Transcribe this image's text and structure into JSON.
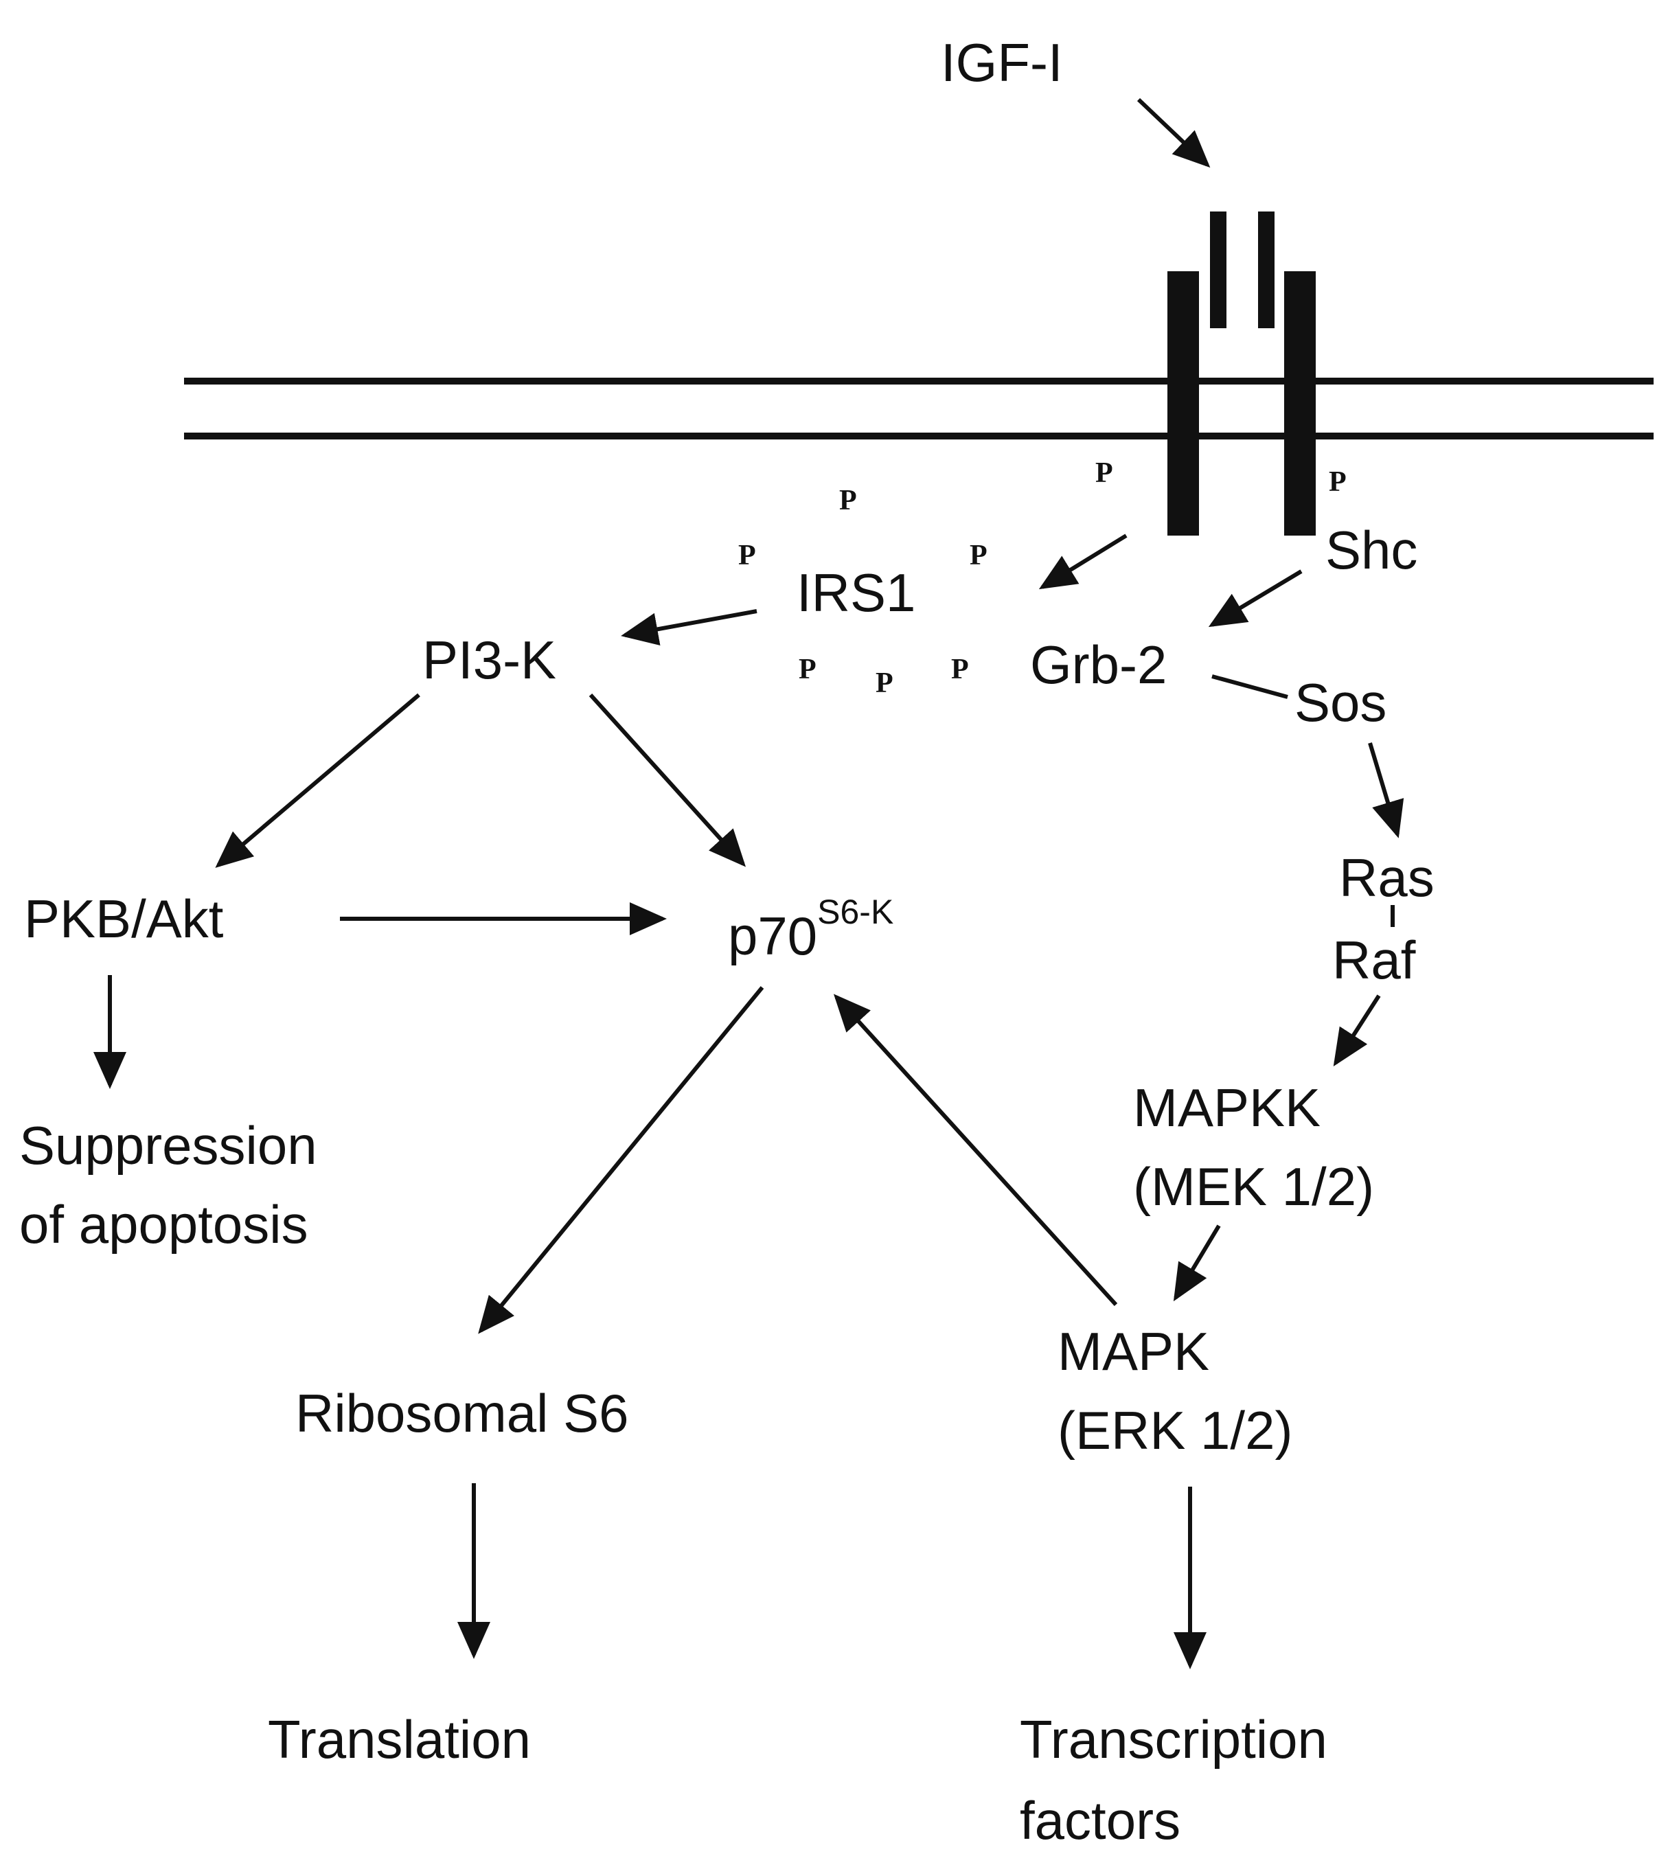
{
  "nodes": {
    "igf1": "IGF-I",
    "shc": "Shc",
    "irs1": "IRS1",
    "pi3k": "PI3-K",
    "grb2": "Grb-2",
    "sos": "Sos",
    "ras": "Ras",
    "raf": "Raf",
    "pkb_akt": "PKB/Akt",
    "p70_base": "p70",
    "p70_sup": "S6-K",
    "mapkk_line1": "MAPKK",
    "mapkk_line2": "(MEK 1/2)",
    "mapk_line1": "MAPK",
    "mapk_line2": "(ERK 1/2)",
    "ribosomal_s6": "Ribosomal S6",
    "suppression_line1": "Suppression",
    "suppression_line2": "of apoptosis",
    "translation": "Translation",
    "transcription_line1": "Transcription",
    "transcription_line2": "factors"
  },
  "phosphate_marker": "P"
}
